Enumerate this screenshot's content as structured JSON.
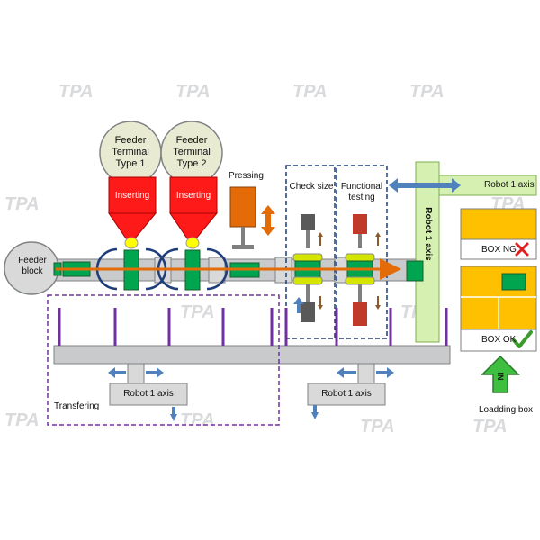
{
  "watermark": "TPA",
  "labels": {
    "feeder_block": "Feeder block",
    "feeder_type1": "Feeder Terminal Type 1",
    "feeder_type2": "Feeder Terminal Type 2",
    "inserting_1": "Inserting",
    "inserting_2": "Inserting",
    "pressing": "Pressing",
    "check_size": "Check size",
    "functional_testing": "Functional testing",
    "robot_top_right": "Robot 1 axis",
    "robot_vertical": "Robot 1 axis",
    "robot_bottom_left": "Robot 1 axis",
    "robot_bottom_mid": "Robot 1 axis",
    "box_ng": "BOX NG",
    "box_ok": "BOX OK",
    "in_arrow": "IN",
    "loading_box": "Loadding box",
    "transfering": "Transfering"
  },
  "colors": {
    "conveyor": "#c8cacc",
    "conveyor_edge": "#7f8284",
    "flow_arrow": "#e36c09",
    "inserting_red": "#ff1a1a",
    "feeder_bubble": "#e8ead2",
    "pressing_orange": "#e36c09",
    "robot_green": "#d6f0b2",
    "box_yellow": "#ffc000",
    "ok_green": "#3a9b2a",
    "ng_red": "#e02020",
    "purple_dash": "#7030a0",
    "blue_dash": "#1f3d7a",
    "blue_arrow": "#4f81bd",
    "component_green": "#00a550"
  },
  "icons": [
    "check-icon",
    "cross-icon",
    "up-arrow-icon",
    "double-arrow-icon"
  ]
}
